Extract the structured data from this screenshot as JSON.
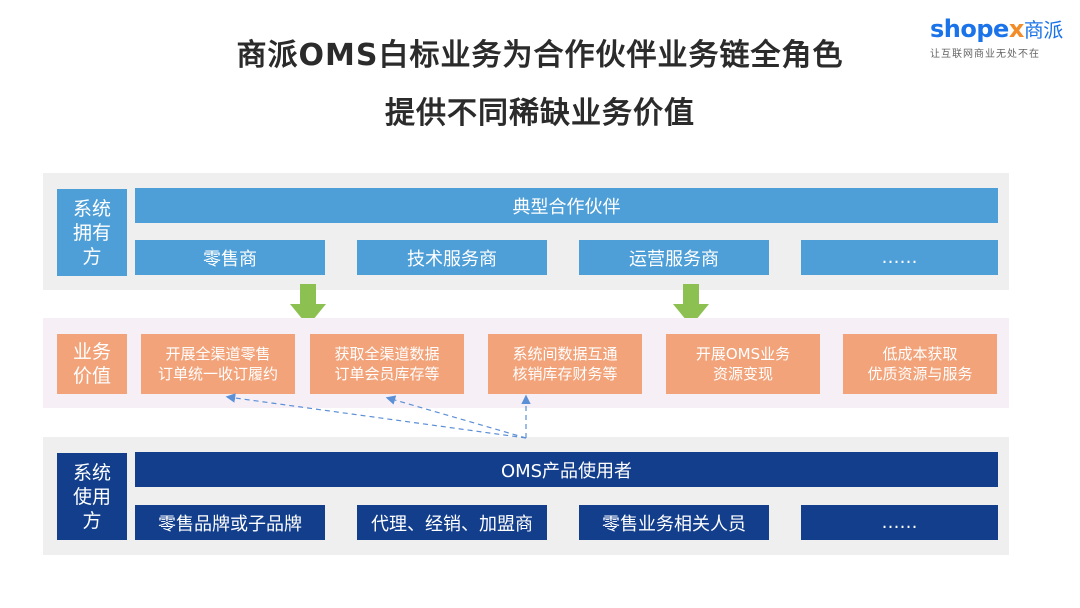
{
  "title": {
    "line1": "商派OMS白标业务为合作伙伴业务链全角色",
    "line2": "提供不同稀缺业务价值"
  },
  "logo": {
    "brand_main": "shope",
    "brand_x": "x",
    "brand_cn": "商派",
    "tagline": "让互联网商业无处不在"
  },
  "owner_row": {
    "label_line1": "系统",
    "label_line2": "拥有",
    "label_line3": "方",
    "header": "典型合作伙伴",
    "items": [
      "零售商",
      "技术服务商",
      "运营服务商",
      "……"
    ]
  },
  "value_row": {
    "label_line1": "业务",
    "label_line2": "价值",
    "items": [
      {
        "line1": "开展全渠道零售",
        "line2": "订单统一收订履约"
      },
      {
        "line1": "获取全渠道数据",
        "line2": "订单会员库存等"
      },
      {
        "line1": "系统间数据互通",
        "line2": "核销库存财务等"
      },
      {
        "line1": "开展OMS业务",
        "line2": "资源变现"
      },
      {
        "line1": "低成本获取",
        "line2": "优质资源与服务"
      }
    ]
  },
  "user_row": {
    "label_line1": "系统",
    "label_line2": "使用",
    "label_line3": "方",
    "header": "OMS产品使用者",
    "items": [
      "零售品牌或子品牌",
      "代理、经销、加盟商",
      "零售业务相关人员",
      "……"
    ]
  },
  "colors": {
    "owner_blue": "#4e9fd8",
    "value_orange": "#f2a37a",
    "user_navy": "#123e8c",
    "arrow_green": "#8cc152",
    "dashed_line": "#5b8fd6"
  }
}
